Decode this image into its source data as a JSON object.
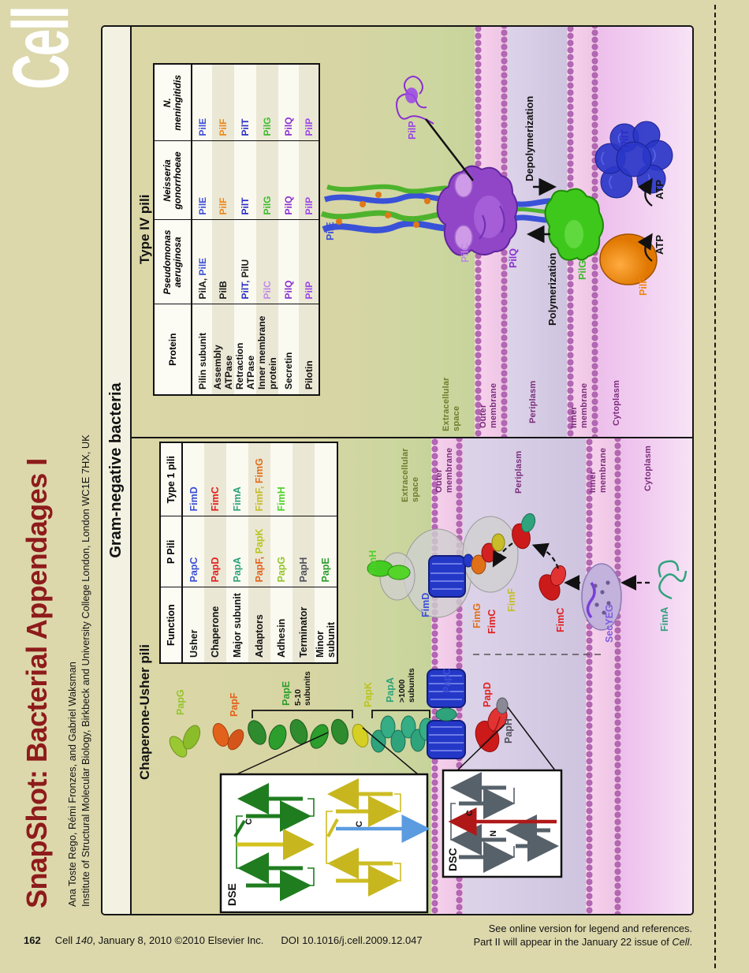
{
  "page": {
    "logo": "Cell",
    "title": "SnapShot: Bacterial Appendages I",
    "authors": "Ana Toste Rego, Rémi Fronzes, and Gabriel Waksman",
    "affiliation": "Institute of Structural Molecular Biology, Birkbeck and University College London, London WC1E 7HX, UK",
    "footer_left": {
      "page_number": "162",
      "journal": "Cell ",
      "volume": "140",
      "issue_info": ", January 8, 2010 ©2010 Elsevier Inc.",
      "doi": "DOI 10.1016/j.cell.2009.12.047"
    },
    "footer_right": {
      "line1": "See online version for legend and references.",
      "line2_pre": "Part II will appear in the January 22 issue of ",
      "line2_italic": "Cell",
      "line2_end": "."
    }
  },
  "figure": {
    "header": "Gram-negative bacteria",
    "left_panel": {
      "title": "Chaperone-Usher pili",
      "regions": {
        "extracellular": "Extracellular\nspace",
        "outer_membrane": "Outer\nmembrane",
        "periplasm": "Periplasm",
        "inner_membrane": "Inner\nmembrane",
        "cytoplasm": "Cytoplasm"
      }
    },
    "right_panel": {
      "title": "Type IV pili",
      "regions": {
        "extracellular": "Extracellular\nspace",
        "outer_membrane": "Outer\nmembrane",
        "periplasm": "Periplasm",
        "inner_membrane": "Inner\nmembrane",
        "cytoplasm": "Cytoplasm"
      }
    }
  },
  "cu_table": {
    "headers": [
      "Function",
      "P Pili",
      "Type 1 pili"
    ],
    "rows": [
      {
        "function": "Usher",
        "p": [
          {
            "t": "PapC",
            "c": "#3b4fd8"
          }
        ],
        "t1": [
          {
            "t": "FimD",
            "c": "#3b4fd8"
          }
        ]
      },
      {
        "function": "Chaperone",
        "p": [
          {
            "t": "PapD",
            "c": "#e21f1f"
          }
        ],
        "t1": [
          {
            "t": "FimC",
            "c": "#e21f1f"
          }
        ]
      },
      {
        "function": "Major subunit",
        "p": [
          {
            "t": "PapA",
            "c": "#2fa37c"
          }
        ],
        "t1": [
          {
            "t": "FimA",
            "c": "#2fa37c"
          }
        ]
      },
      {
        "function": "Adaptors",
        "p": [
          {
            "t": "PapF,",
            "c": "#e2611b"
          },
          {
            "t": " PapK",
            "c": "#b9c41e"
          }
        ],
        "t1": [
          {
            "t": "FimF,",
            "c": "#c3bd2a"
          },
          {
            "t": " FimG",
            "c": "#e0701c"
          }
        ]
      },
      {
        "function": "Adhesin",
        "p": [
          {
            "t": "PapG",
            "c": "#94c42c"
          }
        ],
        "t1": [
          {
            "t": "FimH",
            "c": "#4ed12a"
          }
        ]
      },
      {
        "function": "Terminator",
        "p": [
          {
            "t": "PapH",
            "c": "#50505c"
          }
        ],
        "t1": []
      },
      {
        "function": "Minor subunit",
        "p": [
          {
            "t": "PapE",
            "c": "#2c9e2c"
          }
        ],
        "t1": []
      }
    ]
  },
  "t4_table": {
    "headers": [
      "Protein",
      "Pseudomonas\naeruginosa",
      "Neisseria\ngonorrhoeae",
      "N.\nmeningitidis"
    ],
    "rows": [
      {
        "protein": "Pilin subunit",
        "pa": [
          {
            "t": "PilA,",
            "c": "#1a1a1a"
          },
          {
            "t": " PilE",
            "c": "#3b4fd8"
          }
        ],
        "ng": [
          {
            "t": "PilE",
            "c": "#3b4fd8"
          }
        ],
        "nm": [
          {
            "t": "PilE",
            "c": "#3b4fd8"
          }
        ]
      },
      {
        "protein": "Assembly ATPase",
        "pa": [
          {
            "t": "PilB",
            "c": "#1a1a1a"
          }
        ],
        "ng": [
          {
            "t": "PilF",
            "c": "#ef8616"
          }
        ],
        "nm": [
          {
            "t": "PilF",
            "c": "#ef8616"
          }
        ]
      },
      {
        "protein": "Retraction ATPase",
        "pa": [
          {
            "t": "PilT,",
            "c": "#2a2ec8"
          },
          {
            "t": " PilU",
            "c": "#1a1a1a"
          }
        ],
        "ng": [
          {
            "t": "PilT",
            "c": "#2a2ec8"
          }
        ],
        "nm": [
          {
            "t": "PilT",
            "c": "#2a2ec8"
          }
        ]
      },
      {
        "protein": "Inner membrane protein",
        "pa": [
          {
            "t": "PilC",
            "c": "#c08ae8"
          }
        ],
        "ng": [
          {
            "t": "PilG",
            "c": "#3bbb2b"
          }
        ],
        "nm": [
          {
            "t": "PilG",
            "c": "#3bbb2b"
          }
        ]
      },
      {
        "protein": "Secretin",
        "pa": [
          {
            "t": "PilQ",
            "c": "#8a2fd0"
          }
        ],
        "ng": [
          {
            "t": "PilQ",
            "c": "#8a2fd0"
          }
        ],
        "nm": [
          {
            "t": "PilQ",
            "c": "#8a2fd0"
          }
        ]
      },
      {
        "protein": "Pilotin",
        "pa": [
          {
            "t": "PilP",
            "c": "#9a45e8"
          }
        ],
        "ng": [
          {
            "t": "PilP",
            "c": "#9a45e8"
          }
        ],
        "nm": [
          {
            "t": "PilP",
            "c": "#9a45e8"
          }
        ]
      }
    ]
  },
  "labels": {
    "papG": {
      "t": "PapG",
      "c": "#94c42c"
    },
    "papF": {
      "t": "PapF",
      "c": "#e2611b"
    },
    "papE": {
      "t": "PapE",
      "c": "#2c9e2c"
    },
    "papE_count": "5-10\nsubunits",
    "papK": {
      "t": "PapK",
      "c": "#b9c41e"
    },
    "papA": {
      "t": "PapA",
      "c": "#2fa37c"
    },
    "papA_count": ">1000\nsubunits",
    "papC": {
      "t": "PapC",
      "c": "#3b4fd8"
    },
    "papD": {
      "t": "PapD",
      "c": "#e21f1f"
    },
    "papH": {
      "t": "PapH",
      "c": "#50505c"
    },
    "fimH": {
      "t": "FimH",
      "c": "#4ed12a"
    },
    "fimD": {
      "t": "FimD",
      "c": "#3b4fd8"
    },
    "fimG": {
      "t": "FimG",
      "c": "#e0701c"
    },
    "fimC_usher": {
      "t": "FimC",
      "c": "#e21f1f"
    },
    "fimF": {
      "t": "FimF",
      "c": "#c3bd2a"
    },
    "fimC_chaperone": {
      "t": "FimC",
      "c": "#e21f1f"
    },
    "secYEG": {
      "t": "SecYEG",
      "c": "#7d5ce0"
    },
    "fimA": {
      "t": "FimA",
      "c": "#2fa37c"
    },
    "pilE": {
      "t": "PilE",
      "c": "#3b4fd8"
    },
    "pilP": {
      "t": "PilP",
      "c": "#9a45e8"
    },
    "pilC": {
      "t": "PilC",
      "c": "#c08ae8"
    },
    "pilQ": {
      "t": "PilQ",
      "c": "#8a2fd0"
    },
    "pilG": {
      "t": "PilG",
      "c": "#3bbb2b"
    },
    "pilF": {
      "t": "PilF",
      "c": "#ef8616"
    },
    "pilT": {
      "t": "PilT",
      "c": "#2a2ec8"
    },
    "atp_pilT": "ATP",
    "atp_pilF": "ATP",
    "polymerization": "Polymerization",
    "depolymerization": "Depolymerization",
    "dse": "DSE",
    "dsc": "DSC",
    "dse_c_green": "C",
    "dse_c_yellow": "C",
    "dsc_c": "C",
    "dsc_n": "N"
  },
  "colors": {
    "page_background": "#dcd8ac",
    "figure_background": "#d9d5a5",
    "title_red": "#8e1b1b",
    "membrane_purple": "#b468b4",
    "periplasm_lavender": "#d5cae3",
    "cytoplasm_pink": "#efc6ee",
    "extracellular_green": "#c6d49b"
  }
}
